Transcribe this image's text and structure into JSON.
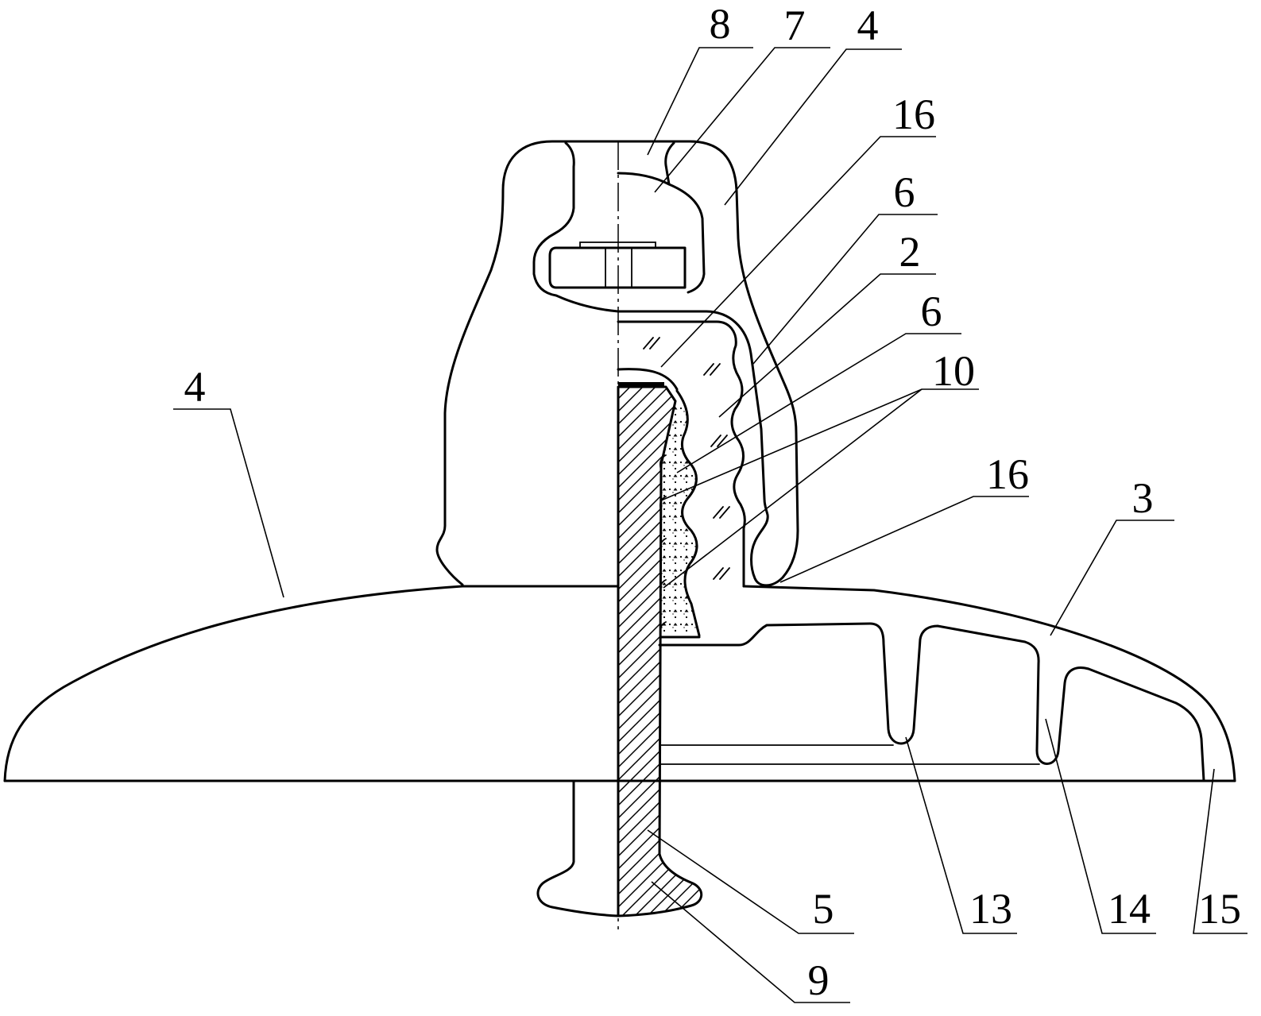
{
  "labels": [
    "8",
    "7",
    "4",
    "16",
    "6",
    "2",
    "6",
    "10",
    "16",
    "4",
    "3",
    "5",
    "13",
    "14",
    "15",
    "9"
  ]
}
